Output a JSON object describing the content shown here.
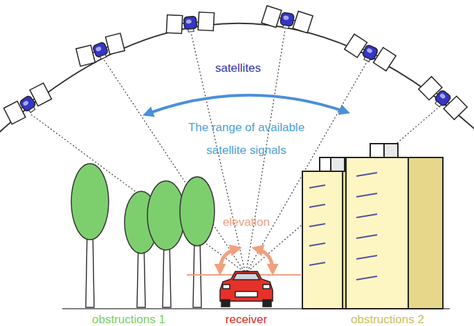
{
  "diagram": {
    "labels": [
      "satellites",
      "The range of available satellite signals",
      "elevation",
      "obstructions 1",
      "receiver",
      "obstructions 2"
    ]
  }
}
